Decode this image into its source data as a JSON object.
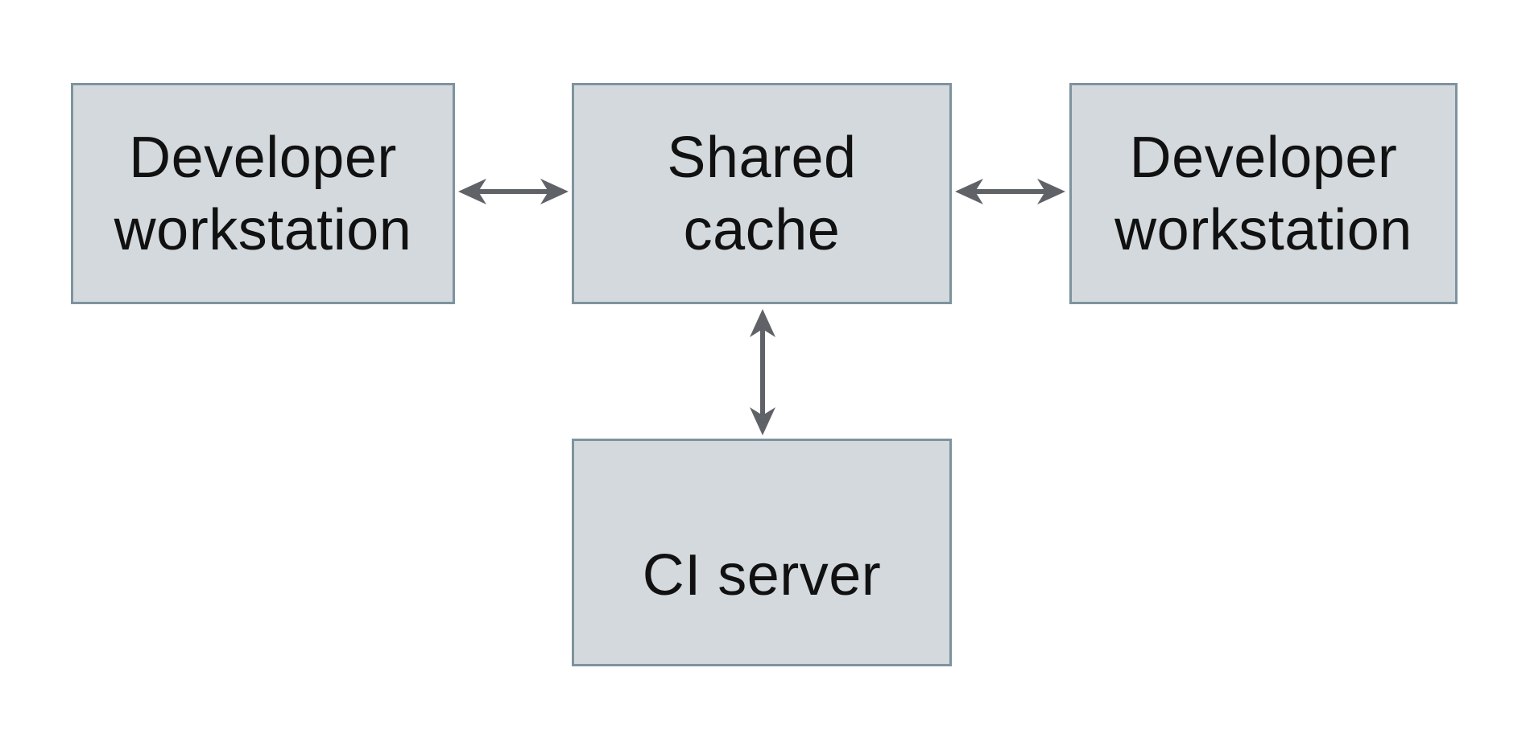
{
  "colors": {
    "background": "#ffffff",
    "node-fill": "#d3d9dc",
    "node-border": "#7e939e",
    "arrow": "#5f6368",
    "text": "#111111"
  },
  "diagram": {
    "type": "architecture-diagram",
    "nodes": {
      "workstation_left": {
        "label": "Developer workstation"
      },
      "shared_cache": {
        "label": "Shared cache"
      },
      "workstation_right": {
        "label": "Developer workstation"
      },
      "ci_server": {
        "label": "CI server"
      }
    },
    "edges": [
      {
        "from": "Developer workstation (left)",
        "to": "Shared cache",
        "direction": "bidirectional"
      },
      {
        "from": "Shared cache",
        "to": "Developer workstation (right)",
        "direction": "bidirectional"
      },
      {
        "from": "Shared cache",
        "to": "CI server",
        "direction": "bidirectional"
      }
    ]
  }
}
